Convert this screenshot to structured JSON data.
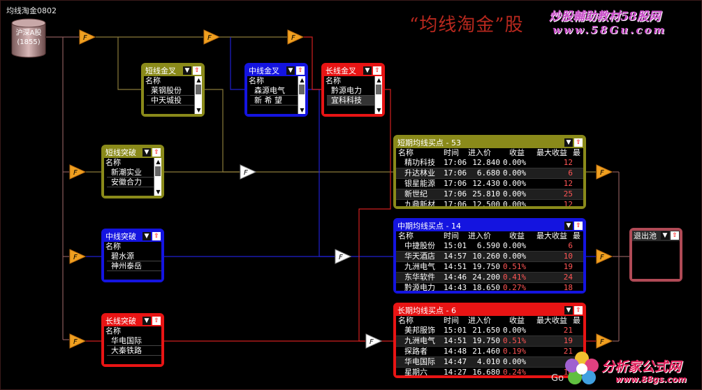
{
  "window": {
    "title": "均线淘金0802"
  },
  "banner": {
    "text": "“均线淘金”股"
  },
  "watermarks": {
    "top_line1": "炒股輔助教材58股网",
    "top_line2": "www.58Gu.com",
    "bottom_line1": "分析家公式网",
    "bottom_line2": "www.88gs.com",
    "corner": "Go"
  },
  "source": {
    "name": "沪深A股",
    "count": "(1855)"
  },
  "gate_label": "F",
  "panel_buttons": {
    "menu": "▼",
    "up": "⇧"
  },
  "col_name": "名称",
  "panels": {
    "short_cross": {
      "title": "短线金叉",
      "items": [
        "莱钢股份",
        "中天城投"
      ]
    },
    "mid_cross": {
      "title": "中线金叉",
      "items": [
        "森源电气",
        "新 希 望"
      ]
    },
    "long_cross": {
      "title": "长线金叉",
      "items": [
        "黔源电力",
        "宜科科技"
      ]
    },
    "short_break": {
      "title": "短线突破",
      "items": [
        "新潮实业",
        "安徽合力"
      ]
    },
    "mid_break": {
      "title": "中线突破",
      "items": [
        "碧水源",
        "神州泰岳"
      ]
    },
    "long_break": {
      "title": "长线突破",
      "items": [
        "华电国际",
        "大秦铁路"
      ]
    },
    "exit_pool": {
      "title": "退出池"
    }
  },
  "table_headers": {
    "name": "名称",
    "time": "时间",
    "price": "进入价",
    "gain": "收益",
    "maxgain": "最大收益",
    "extra": "最"
  },
  "tables": {
    "short_buy": {
      "title": "短期均线买点 - 53",
      "rows": [
        {
          "name": "精功科技",
          "time": "17:06",
          "price": "12.840",
          "gain": "0.00%",
          "maxgain": "12"
        },
        {
          "name": "升达林业",
          "time": "17:06",
          "price": "6.680",
          "gain": "0.00%",
          "maxgain": "6"
        },
        {
          "name": "银星能源",
          "time": "17:06",
          "price": "12.430",
          "gain": "0.00%",
          "maxgain": "12"
        },
        {
          "name": "新世纪",
          "time": "17:06",
          "price": "25.810",
          "gain": "0.00%",
          "maxgain": "25"
        },
        {
          "name": "九鼎新材",
          "time": "17:06",
          "price": "12.500",
          "gain": "0.00%",
          "maxgain": "12"
        }
      ]
    },
    "mid_buy": {
      "title": "中期均线买点 - 14",
      "rows": [
        {
          "name": "中捷股份",
          "time": "15:01",
          "price": "6.590",
          "gain": "0.00%",
          "maxgain": "6"
        },
        {
          "name": "华天酒店",
          "time": "14:57",
          "price": "10.260",
          "gain": "0.00%",
          "maxgain": "10"
        },
        {
          "name": "九洲电气",
          "time": "14:51",
          "price": "19.750",
          "gain": "0.51%",
          "maxgain": "19"
        },
        {
          "name": "东华软件",
          "time": "14:46",
          "price": "24.200",
          "gain": "0.41%",
          "maxgain": "24"
        },
        {
          "name": "黔源电力",
          "time": "14:43",
          "price": "18.650",
          "gain": "0.27%",
          "maxgain": "18"
        }
      ]
    },
    "long_buy": {
      "title": "长期均线买点 - 6",
      "rows": [
        {
          "name": "美邦服饰",
          "time": "15:01",
          "price": "21.650",
          "gain": "0.00%",
          "maxgain": "21"
        },
        {
          "name": "九洲电气",
          "time": "14:51",
          "price": "19.750",
          "gain": "0.51%",
          "maxgain": "19"
        },
        {
          "name": "探路者",
          "time": "14:48",
          "price": "21.460",
          "gain": "0.19%",
          "maxgain": "21"
        },
        {
          "name": "华电国际",
          "time": "14:47",
          "price": "4.010",
          "gain": "0.00%",
          "maxgain": "4"
        },
        {
          "name": "星期六",
          "time": "14:27",
          "price": "16.680",
          "gain": "0.24%",
          "maxgain": "16"
        }
      ]
    }
  },
  "colors": {
    "olive": "#8a8a1a",
    "blue": "#1414e0",
    "red": "#e81414",
    "exit": "#b04a56",
    "wire_olive": "#8a7a3a",
    "wire_blue": "#2020d0",
    "wire_red": "#d02020",
    "gate_fill": "#f0a020"
  }
}
